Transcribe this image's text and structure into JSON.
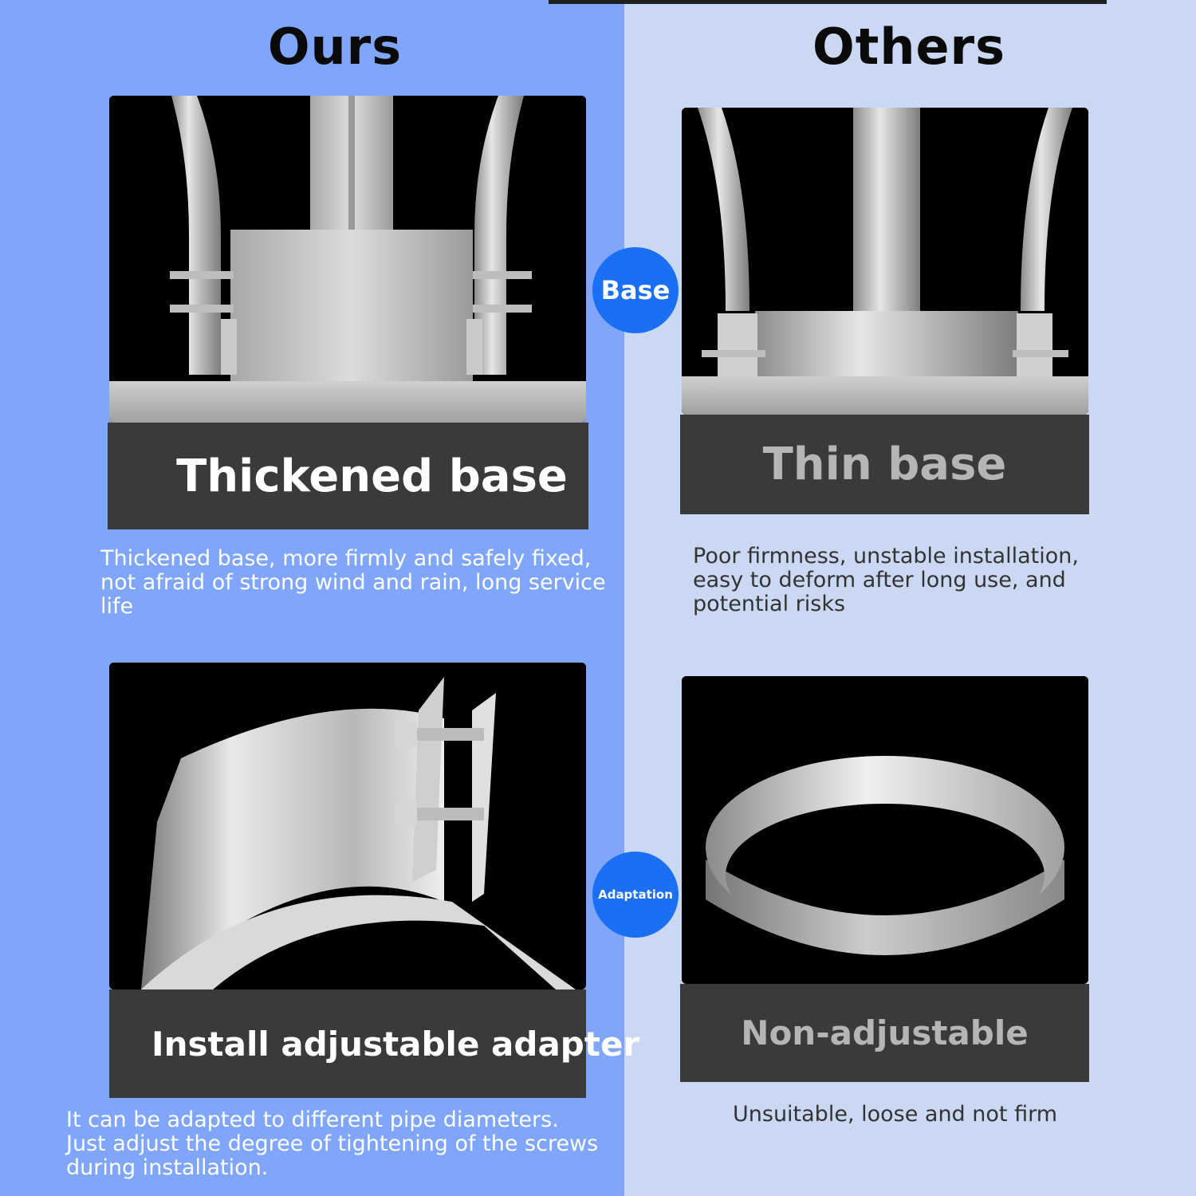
{
  "header": {
    "left_title": "Ours",
    "right_title": "Others"
  },
  "badges": {
    "top": "Base",
    "bottom": "Adaptation"
  },
  "ours": {
    "top_label": "Thickened base",
    "top_desc": [
      "Thickened base, more firmly and safely fixed,",
      "not afraid of strong wind and rain, long service",
      " life"
    ],
    "bottom_label": "Install adjustable adapter",
    "bottom_desc": [
      "It can be adapted to different pipe diameters.",
      "Just adjust the degree of tightening of the screws",
      "during installation."
    ]
  },
  "others": {
    "top_label": "Thin base",
    "top_desc": [
      "Poor firmness, unstable installation,",
      "easy to deform after long use, and",
      "potential risks"
    ],
    "bottom_label": "Non-adjustable",
    "bottom_desc": [
      "Unsuitable, loose and not firm"
    ]
  },
  "colors": {
    "left_background": "#7fa6fb",
    "right_background": "#cbd8f3",
    "badge": "#1a6ff2",
    "label_bar": "#3a3a3a"
  }
}
